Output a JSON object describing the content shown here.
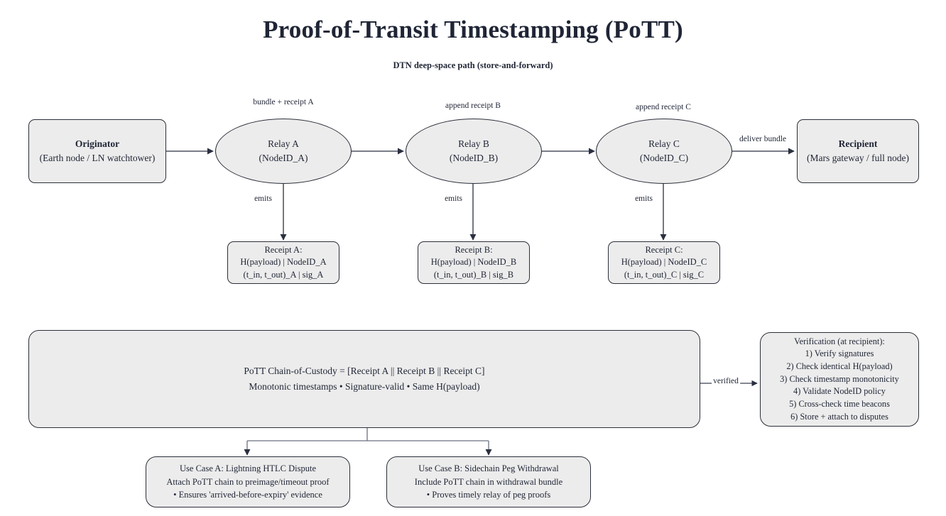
{
  "header": {
    "title": "Proof-of-Transit Timestamping (PoTT)",
    "subtitle": "DTN deep-space path (store-and-forward)"
  },
  "colors": {
    "node_fill": "#ececec",
    "node_stroke": "#2b2f3a",
    "text": "#1f2535",
    "edge": "#3a4152",
    "branch_edge": "#6a7180"
  },
  "nodes": {
    "originator": {
      "name": "Originator",
      "lines": [
        "Originator",
        "(Earth node / LN watchtower)"
      ]
    },
    "relay_a": {
      "lines": [
        "Relay A",
        "(NodeID_A)"
      ]
    },
    "relay_b": {
      "lines": [
        "Relay B",
        "(NodeID_B)"
      ]
    },
    "relay_c": {
      "lines": [
        "Relay C",
        "(NodeID_C)"
      ]
    },
    "recipient": {
      "lines": [
        "Recipient",
        "(Mars gateway / full node)"
      ]
    },
    "receipt_a": {
      "lines": [
        "Receipt A:",
        "H(payload) | NodeID_A",
        "(t_in, t_out)_A | sig_A"
      ]
    },
    "receipt_b": {
      "lines": [
        "Receipt B:",
        "H(payload) | NodeID_B",
        "(t_in, t_out)_B | sig_B"
      ]
    },
    "receipt_c": {
      "lines": [
        "Receipt C:",
        "H(payload) | NodeID_C",
        "(t_in, t_out)_C | sig_C"
      ]
    },
    "chain": {
      "lines": [
        "PoTT Chain-of-Custody = [Receipt A || Receipt B || Receipt C]",
        "Monotonic timestamps • Signature-valid • Same H(payload)"
      ]
    },
    "verification": {
      "lines": [
        "Verification (at recipient):",
        "1) Verify signatures",
        "2) Check identical H(payload)",
        "3) Check timestamp monotonicity",
        "4) Validate NodeID policy",
        "5) Cross-check time beacons",
        "6) Store + attach to disputes"
      ]
    },
    "use_case_a": {
      "lines": [
        "Use Case A: Lightning HTLC Dispute",
        "Attach PoTT chain to preimage/timeout proof",
        "• Ensures 'arrived-before-expiry' evidence"
      ]
    },
    "use_case_b": {
      "lines": [
        "Use Case B: Sidechain Peg Withdrawal",
        "Include PoTT chain in withdrawal bundle",
        "• Proves timely relay of peg proofs"
      ]
    }
  },
  "edge_labels": {
    "bundle_receipt_a": "bundle + receipt A",
    "append_receipt_b": "append receipt B",
    "append_receipt_c": "append receipt C",
    "deliver_bundle": "deliver bundle",
    "emits_a": "emits",
    "emits_b": "emits",
    "emits_c": "emits",
    "verified": "verified"
  }
}
